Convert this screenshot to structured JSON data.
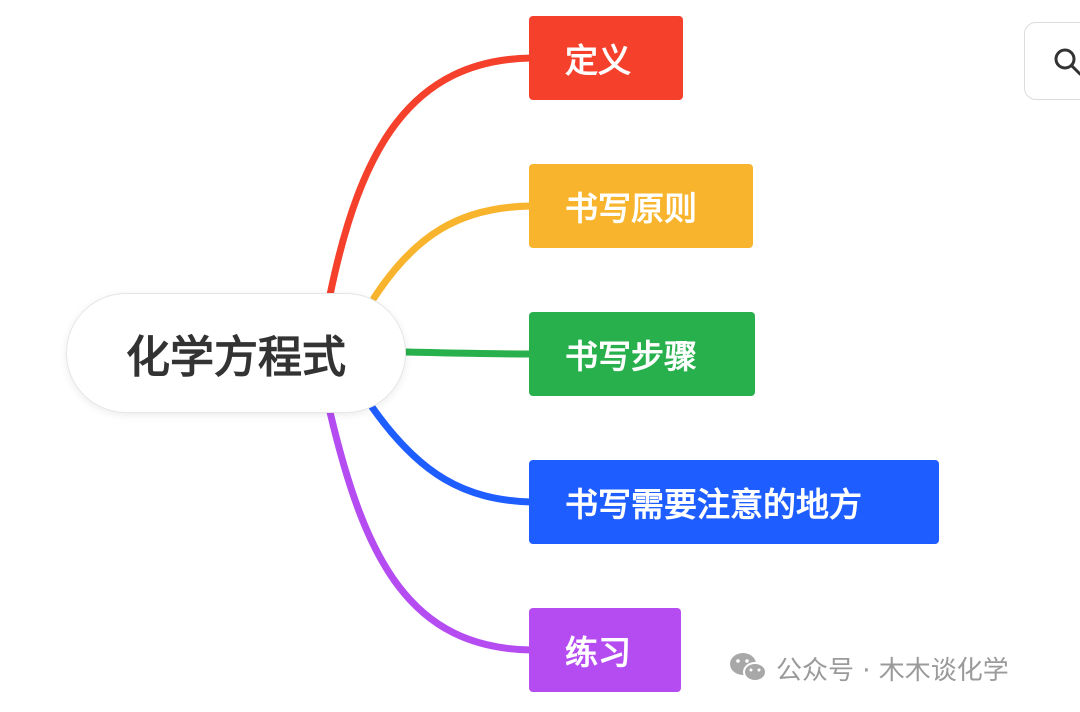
{
  "root": {
    "label": "化学方程式"
  },
  "branches": [
    {
      "label": "定义",
      "color": "#f5402c"
    },
    {
      "label": "书写原则",
      "color": "#f7b42c"
    },
    {
      "label": "书写步骤",
      "color": "#27b04b"
    },
    {
      "label": "书写需要注意的地方",
      "color": "#1e5dff"
    },
    {
      "label": "练习",
      "color": "#b44cf2"
    }
  ],
  "watermark": {
    "text": "公众号 · 木木谈化学"
  },
  "icons": {
    "search": "search-icon",
    "wechat": "wechat-icon"
  }
}
